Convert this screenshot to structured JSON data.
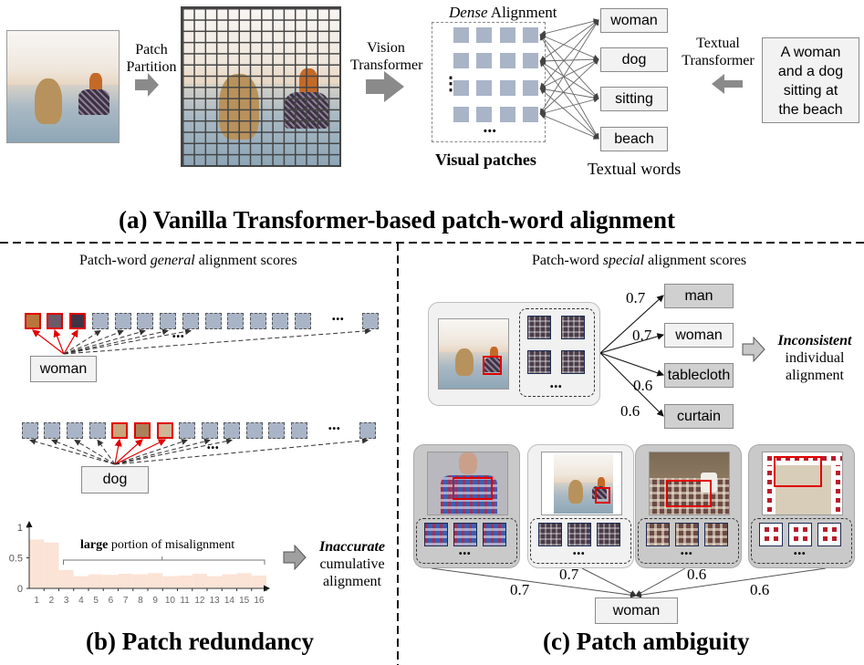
{
  "panel_a": {
    "caption": "(a) Vanilla Transformer-based  patch-word alignment",
    "patch_partition_label": [
      "Patch",
      "Partition"
    ],
    "vision_transformer_label": [
      "Vision",
      "Transformer"
    ],
    "dense_alignment_title_italic": "Dense",
    "dense_alignment_title_rest": " Alignment",
    "visual_patches_label": "Visual patches",
    "textual_words_label": "Textual words",
    "words": [
      "woman",
      "dog",
      "sitting",
      "beach"
    ],
    "textual_transformer_label": [
      "Textual",
      "Transformer"
    ],
    "sentence": [
      "A woman",
      "and a dog",
      "sitting at",
      "the beach"
    ],
    "grid_ellipsis": "⋮",
    "bottom_ellipsis": "•••"
  },
  "panel_b": {
    "caption": "(b) Patch redundancy",
    "subtitle_pre": "Patch-word ",
    "subtitle_italic": "general",
    "subtitle_post": " alignment scores",
    "word_1": "woman",
    "word_2": "dog",
    "ellipsis": "•••",
    "annotation_bold": "large",
    "annotation_rest": " portion of misalignment",
    "result_italic": "Inaccurate",
    "result_lines": [
      "cumulative",
      "alignment"
    ]
  },
  "panel_c": {
    "caption": "(c) Patch ambiguity",
    "subtitle_pre": "Patch-word ",
    "subtitle_italic": "special",
    "subtitle_post": " alignment scores",
    "top_targets": [
      {
        "word": "man",
        "score": "0.7",
        "highlight": true
      },
      {
        "word": "woman",
        "score": "0.7",
        "highlight": false
      },
      {
        "word": "tablecloth",
        "score": "0.6",
        "highlight": true
      },
      {
        "word": "curtain",
        "score": "0.6",
        "highlight": true
      }
    ],
    "result_italic": "Inconsistent",
    "result_lines": [
      "individual",
      "alignment"
    ],
    "bottom_images": [
      {
        "subject": "man in plaid shirt",
        "score": "0.7"
      },
      {
        "subject": "woman and dog on beach",
        "score": "0.7"
      },
      {
        "subject": "plaid tablecloth with cup",
        "score": "0.6"
      },
      {
        "subject": "gingham curtain",
        "score": "0.6"
      }
    ],
    "bottom_word": "woman",
    "ellipsis": "•••"
  },
  "chart_data": {
    "type": "bar",
    "title": "",
    "xlabel": "",
    "ylabel": "",
    "categories": [
      "1",
      "2",
      "3",
      "4",
      "5",
      "6",
      "7",
      "8",
      "9",
      "10",
      "11",
      "12",
      "13",
      "14",
      "15",
      "16"
    ],
    "values": [
      0.8,
      0.75,
      0.3,
      0.2,
      0.23,
      0.22,
      0.24,
      0.23,
      0.25,
      0.2,
      0.21,
      0.24,
      0.2,
      0.23,
      0.25,
      0.21
    ],
    "ylim": [
      0,
      1
    ],
    "yticks": [
      "0",
      "0.5",
      "1"
    ],
    "bar_color": "#fbe3d6",
    "grid": false,
    "annotation": "large portion of misalignment (bars 3-16)"
  }
}
